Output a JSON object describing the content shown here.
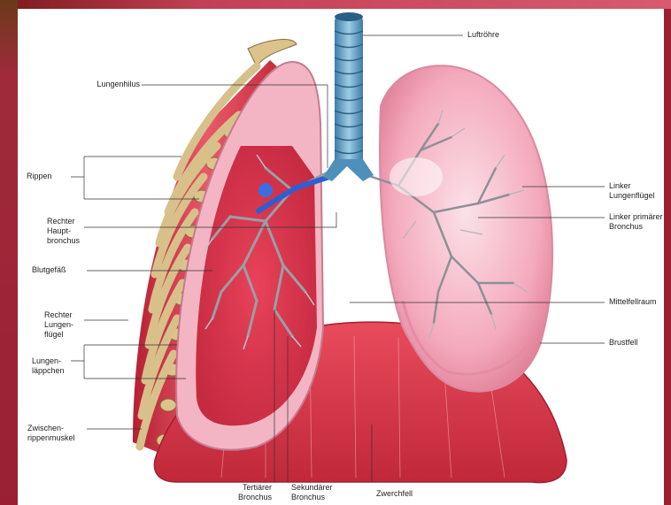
{
  "labels": {
    "trachea": "Luftröhre",
    "hilus": "Lungenhilus",
    "ribs": "Rippen",
    "right_main_bronchus": "Rechter\nHaupt-\nbronchus",
    "blood_vessel": "Blutgefäß",
    "right_lung": "Rechter\nLungen-\nflügel",
    "lobules": "Lungen-\nläppchen",
    "intercostal": "Zwischen-\nrippenmuskel",
    "left_lung": "Linker\nLungenflügel",
    "left_primary_bronchus": "Linker primärer\nBronchus",
    "mediastinum": "Mittelfellraum",
    "pleura": "Brustfell",
    "tertiary": "Tertiärer\nBronchus",
    "secondary": "Sekundärer\nBronchus",
    "diaphragm": "Zwerchfell"
  },
  "colors": {
    "lung": "#f2a7b8",
    "lung_dark": "#e0788f",
    "muscle": "#d9394a",
    "bronchus": "#8a8f96",
    "trachea": "#6aa6c8",
    "rib": "#d8c08a",
    "vessel": "#2e5fd1"
  }
}
